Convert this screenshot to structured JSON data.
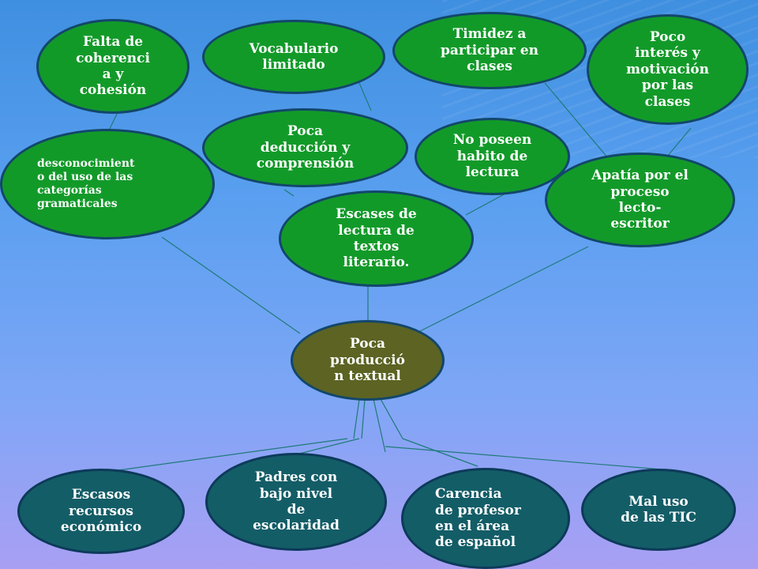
{
  "diagram": {
    "colors": {
      "effect_fill": "#129a29",
      "core_fill": "#5c6323",
      "cause_fill": "#135d67",
      "line": "#1f7a78"
    },
    "core": {
      "label": "Poca\nproducció\nn textual"
    },
    "effects": [
      {
        "id": "falta-coherencia",
        "label": "Falta de\ncoherenci\na y\ncohesión"
      },
      {
        "id": "vocabulario-limitado",
        "label": "Vocabulario\nlimitado"
      },
      {
        "id": "timidez",
        "label": "Timidez a\nparticipar  en\nclases"
      },
      {
        "id": "poco-interes",
        "label": "Poco\ninterés y\nmotivación\npor las\nclases"
      },
      {
        "id": "desconocimiento",
        "label": "desconocimient\no del uso de las\ncategorías\ngramaticales"
      },
      {
        "id": "poca-deduccion",
        "label": "Poca\ndeducción y\ncomprensión"
      },
      {
        "id": "no-habito",
        "label": "No poseen\nhabito de\nlectura"
      },
      {
        "id": "apatia",
        "label": "Apatía por el\nproceso\nlecto-\nescritor"
      },
      {
        "id": "escases-lectura",
        "label": "Escases de\nlectura de\ntextos\nliterario."
      }
    ],
    "causes": [
      {
        "id": "escasos-recursos",
        "label": "Escasos\nrecursos\neconómico"
      },
      {
        "id": "padres-bajo-nivel",
        "label": "Padres con\nbajo nivel\nde\nescolaridad"
      },
      {
        "id": "carencia-profesor",
        "label": "Carencia\nde profesor\nen el área\nde español"
      },
      {
        "id": "mal-uso-tic",
        "label": "Mal uso\nde las TIC"
      }
    ]
  }
}
